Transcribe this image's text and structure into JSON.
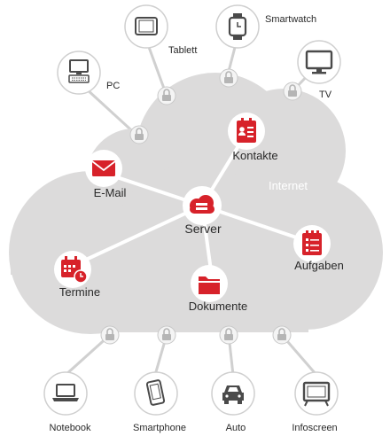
{
  "cloud": {
    "label": "Internet"
  },
  "server": {
    "label": "Server"
  },
  "services": {
    "email": "E-Mail",
    "contacts": "Kontakte",
    "calendar": "Termine",
    "documents": "Dokumente",
    "tasks": "Aufgaben"
  },
  "devices": {
    "pc": "PC",
    "tablet": "Tablett",
    "smartwatch": "Smartwatch",
    "tv": "TV",
    "notebook": "Notebook",
    "smartphone": "Smartphone",
    "car": "Auto",
    "infoscreen": "Infoscreen"
  },
  "colors": {
    "accent": "#d7222a",
    "cloud": "#dcdbdb",
    "line": "#d0d0d0",
    "lock": "#b5b5b5",
    "icon": "#4a4a4a"
  }
}
